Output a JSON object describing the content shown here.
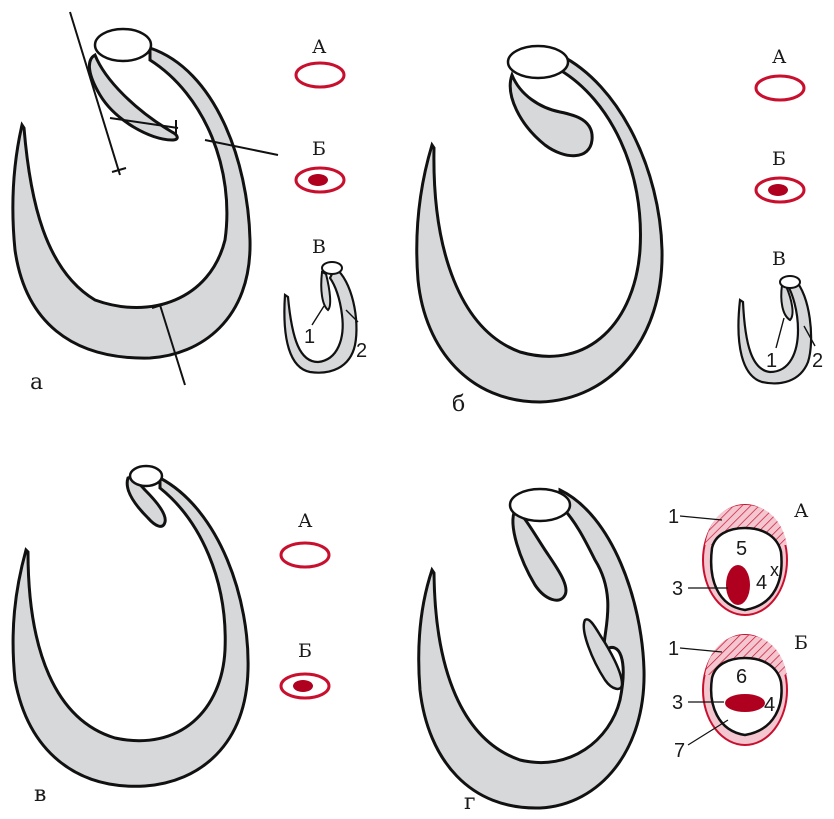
{
  "panels": [
    {
      "id": "a",
      "label": "а",
      "sections": [
        "А",
        "Б",
        "В"
      ],
      "numbers": [
        "1",
        "2"
      ]
    },
    {
      "id": "b",
      "label": "б",
      "sections": [
        "А",
        "Б",
        "В"
      ],
      "numbers": [
        "1",
        "2"
      ]
    },
    {
      "id": "c",
      "label": "в",
      "sections": [
        "А",
        "Б"
      ]
    },
    {
      "id": "d",
      "label": "г",
      "sections": [
        "А",
        "Б"
      ],
      "sectionA_numbers": [
        "1",
        "5",
        "4",
        "x",
        "3"
      ],
      "sectionB_numbers": [
        "1",
        "6",
        "3",
        "4",
        "7"
      ]
    }
  ],
  "colors": {
    "wall_fill": "#d6d8da",
    "outline": "#111111",
    "ring": "#c8102e",
    "blood": "#b00020",
    "section_fill": "#f4c6d0",
    "hatch": "#c8102e"
  }
}
